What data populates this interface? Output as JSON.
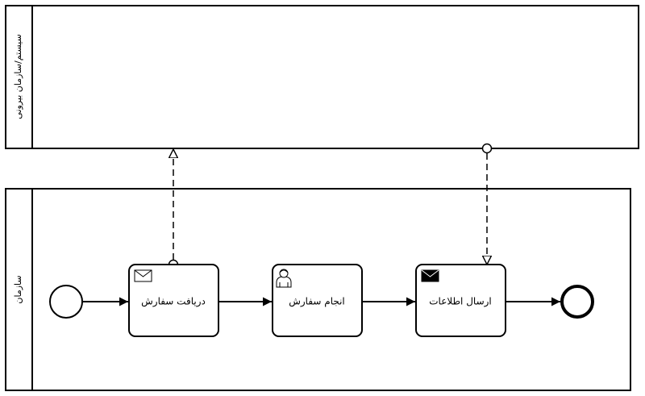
{
  "pools": {
    "external": {
      "label": "سیستم/سازمان بیرونی"
    },
    "organization": {
      "label": "سازمان"
    }
  },
  "tasks": [
    {
      "id": "receive",
      "label": "دریافت سفارش",
      "icon": "envelope-outline-icon"
    },
    {
      "id": "perform",
      "label": "انجام سفارش",
      "icon": "user-icon"
    },
    {
      "id": "send",
      "label": "ارسال اطلاعات",
      "icon": "envelope-filled-icon"
    }
  ],
  "events": {
    "start": {
      "type": "start"
    },
    "end": {
      "type": "end"
    }
  },
  "colors": {
    "stroke": "#000000",
    "fill": "#ffffff"
  }
}
